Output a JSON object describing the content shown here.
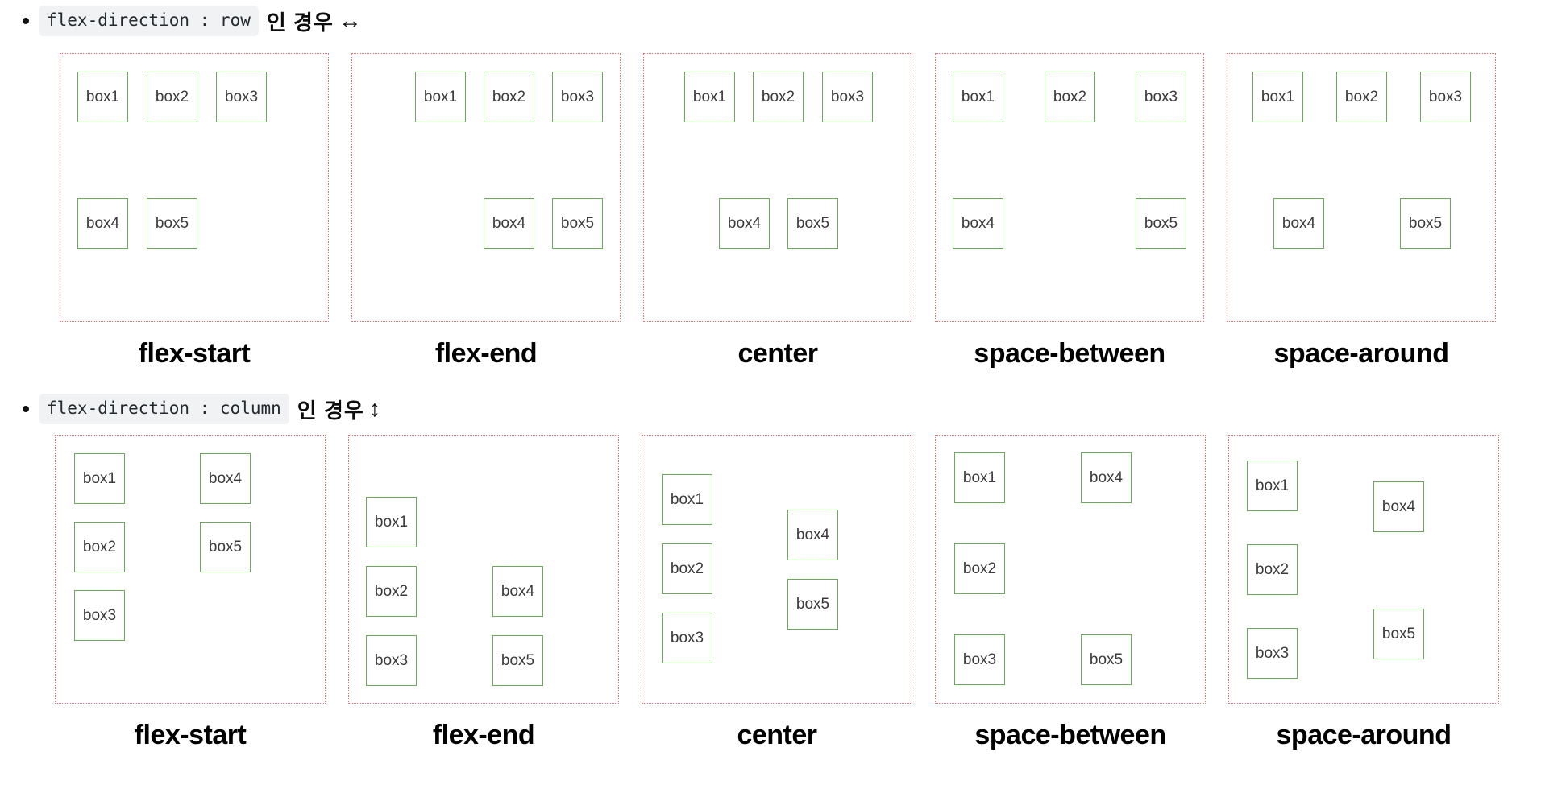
{
  "bullets": [
    {
      "code": "flex-direction : row",
      "text": "인 경우",
      "arrow": "↔"
    },
    {
      "code": "flex-direction : column",
      "text": "인 경우",
      "arrow": "↕"
    }
  ],
  "groups": [
    {
      "direction": "row",
      "panels": [
        {
          "label": "flex-start",
          "boxes": [
            "box1",
            "box2",
            "box3",
            "box4",
            "box5"
          ]
        },
        {
          "label": "flex-end",
          "boxes": [
            "box1",
            "box2",
            "box3",
            "box4",
            "box5"
          ]
        },
        {
          "label": "center",
          "boxes": [
            "box1",
            "box2",
            "box3",
            "box4",
            "box5"
          ]
        },
        {
          "label": "space-between",
          "boxes": [
            "box1",
            "box2",
            "box3",
            "box4",
            "box5"
          ]
        },
        {
          "label": "space-around",
          "boxes": [
            "box1",
            "box2",
            "box3",
            "box4",
            "box5"
          ]
        }
      ]
    },
    {
      "direction": "column",
      "panels": [
        {
          "label": "flex-start",
          "boxes": [
            "box1",
            "box2",
            "box3",
            "box4",
            "box5"
          ]
        },
        {
          "label": "flex-end",
          "boxes": [
            "box1",
            "box2",
            "box3",
            "box4",
            "box5"
          ]
        },
        {
          "label": "center",
          "boxes": [
            "box1",
            "box2",
            "box3",
            "box4",
            "box5"
          ]
        },
        {
          "label": "space-between",
          "boxes": [
            "box1",
            "box2",
            "box3",
            "box4",
            "box5"
          ]
        },
        {
          "label": "space-around",
          "boxes": [
            "box1",
            "box2",
            "box3",
            "box4",
            "box5"
          ]
        }
      ]
    }
  ],
  "colors": {
    "container_border": "#e57373",
    "box_border": "#6aa85a",
    "code_background": "#f1f2f3",
    "code_text": "#24292f",
    "box_text": "#3a3a3a",
    "label_text": "#000000"
  }
}
